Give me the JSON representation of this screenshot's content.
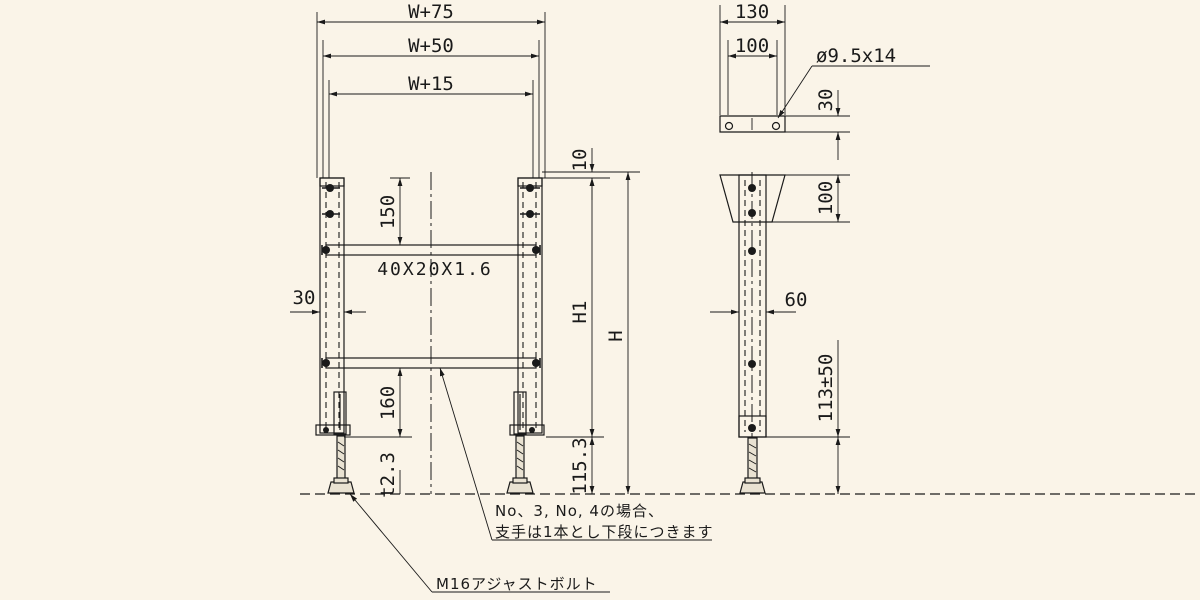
{
  "drawing": {
    "front_view": {
      "width_dims": [
        "W+75",
        "W+50",
        "W+15"
      ],
      "pipe_spec": "40X20X1.6",
      "offset_30": "30",
      "dim_10": "10",
      "dim_150": "150",
      "dim_160": "160",
      "dim_153": "115.3",
      "dim_t23": "t2.3",
      "h1": "H1",
      "h": "H"
    },
    "side_view": {
      "dim_130": "130",
      "dim_100_top": "100",
      "hole_spec": "ø9.5x14",
      "dim_30": "30",
      "dim_100": "100",
      "dim_60": "60",
      "dim_113": "113±50"
    },
    "notes": {
      "note_line1": "No、3, No, 4の場合、",
      "note_line2": "支手は1本とし下段につきます",
      "adjust_bolt": "M16アジャストボルト"
    },
    "colors": {
      "background": "#faf4e8",
      "line": "#1a1a1a"
    }
  }
}
